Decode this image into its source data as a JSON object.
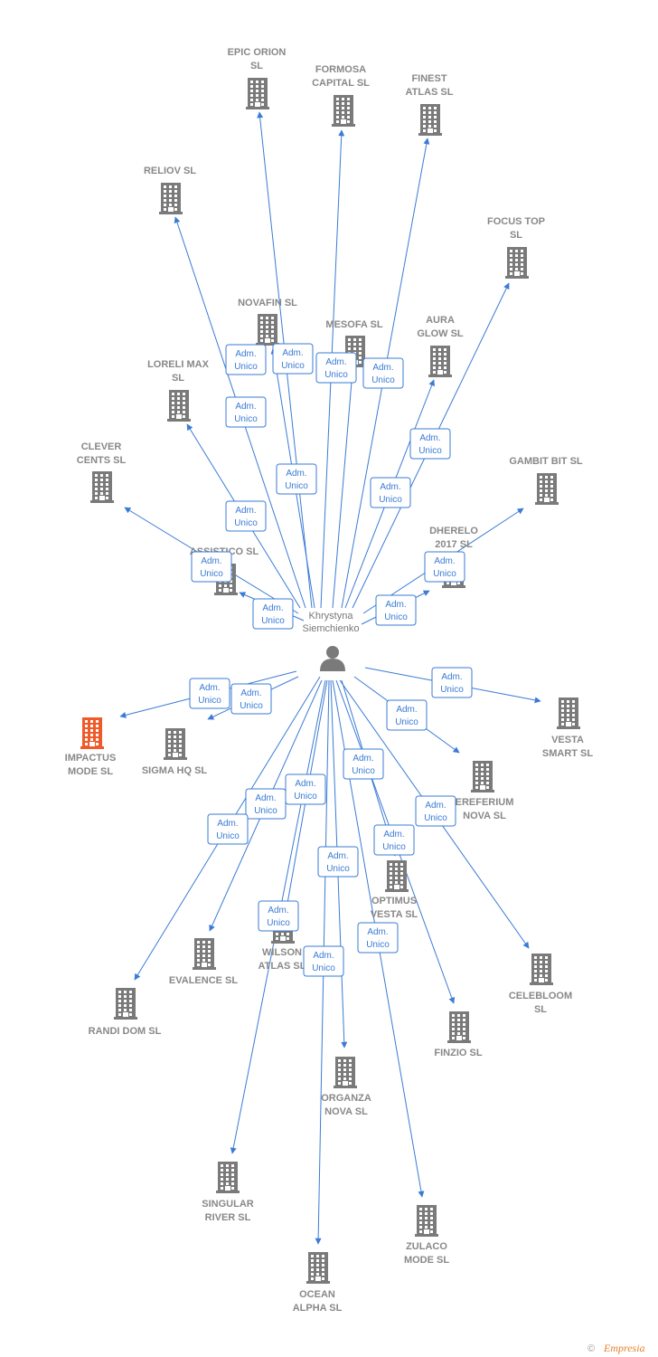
{
  "person": {
    "name_line1": "Khrystyna",
    "name_line2": "Siemchienko"
  },
  "relation_label": {
    "line1": "Adm.",
    "line2": "Unico"
  },
  "colors": {
    "line": "#3a7bd5",
    "building": "#7a7a7a",
    "building_main": "#f05a28",
    "label": "#888888"
  },
  "companies": [
    {
      "id": "epic-orion",
      "lines": [
        "EPIC ORION",
        "SL"
      ]
    },
    {
      "id": "formosa-capital",
      "lines": [
        "FORMOSA",
        "CAPITAL  SL"
      ]
    },
    {
      "id": "finest-atlas",
      "lines": [
        "FINEST",
        "ATLAS  SL"
      ]
    },
    {
      "id": "reliov",
      "lines": [
        "RELIOV  SL"
      ]
    },
    {
      "id": "focus-top",
      "lines": [
        "FOCUS TOP",
        "SL"
      ]
    },
    {
      "id": "novafin",
      "lines": [
        "NOVAFIN  SL"
      ]
    },
    {
      "id": "mesofa",
      "lines": [
        "MESOFA  SL"
      ]
    },
    {
      "id": "aura-glow",
      "lines": [
        "AURA",
        "GLOW  SL"
      ]
    },
    {
      "id": "loreli-max",
      "lines": [
        "LORELI MAX",
        "SL"
      ]
    },
    {
      "id": "clever-cents",
      "lines": [
        "CLEVER",
        "CENTS  SL"
      ]
    },
    {
      "id": "gambit-bit",
      "lines": [
        "GAMBIT BIT  SL"
      ]
    },
    {
      "id": "assistico",
      "lines": [
        "ASSISTICO  SL"
      ]
    },
    {
      "id": "dherelo",
      "lines": [
        "DHERELO",
        "2017  SL"
      ]
    },
    {
      "id": "impactus-mode",
      "lines": [
        "IMPACTUS",
        "MODE  SL"
      ],
      "main": true
    },
    {
      "id": "sigma-hq",
      "lines": [
        "SIGMA HQ  SL"
      ]
    },
    {
      "id": "vesta-smart",
      "lines": [
        "VESTA",
        "SMART  SL"
      ]
    },
    {
      "id": "ereferium-nova",
      "lines": [
        "EREFERIUM",
        "NOVA  SL"
      ]
    },
    {
      "id": "optimus-vesta",
      "lines": [
        "OPTIMUS",
        "VESTA  SL"
      ]
    },
    {
      "id": "wilson-atlas",
      "lines": [
        "WILSON",
        "ATLAS  SL"
      ]
    },
    {
      "id": "evalence",
      "lines": [
        "EVALENCE  SL"
      ]
    },
    {
      "id": "randi-dom",
      "lines": [
        "RANDI DOM  SL"
      ]
    },
    {
      "id": "celebloom",
      "lines": [
        "CELEBLOOM",
        "SL"
      ]
    },
    {
      "id": "finzio",
      "lines": [
        "FINZIO  SL"
      ]
    },
    {
      "id": "organza-nova",
      "lines": [
        "ORGANZA",
        "NOVA  SL"
      ]
    },
    {
      "id": "singular-river",
      "lines": [
        "SINGULAR",
        "RIVER  SL"
      ]
    },
    {
      "id": "zulaco-mode",
      "lines": [
        "ZULACO",
        "MODE  SL"
      ]
    },
    {
      "id": "ocean-alpha",
      "lines": [
        "OCEAN",
        "ALPHA  SL"
      ]
    }
  ],
  "credit": {
    "symbol": "©",
    "brand": "Empresia"
  }
}
